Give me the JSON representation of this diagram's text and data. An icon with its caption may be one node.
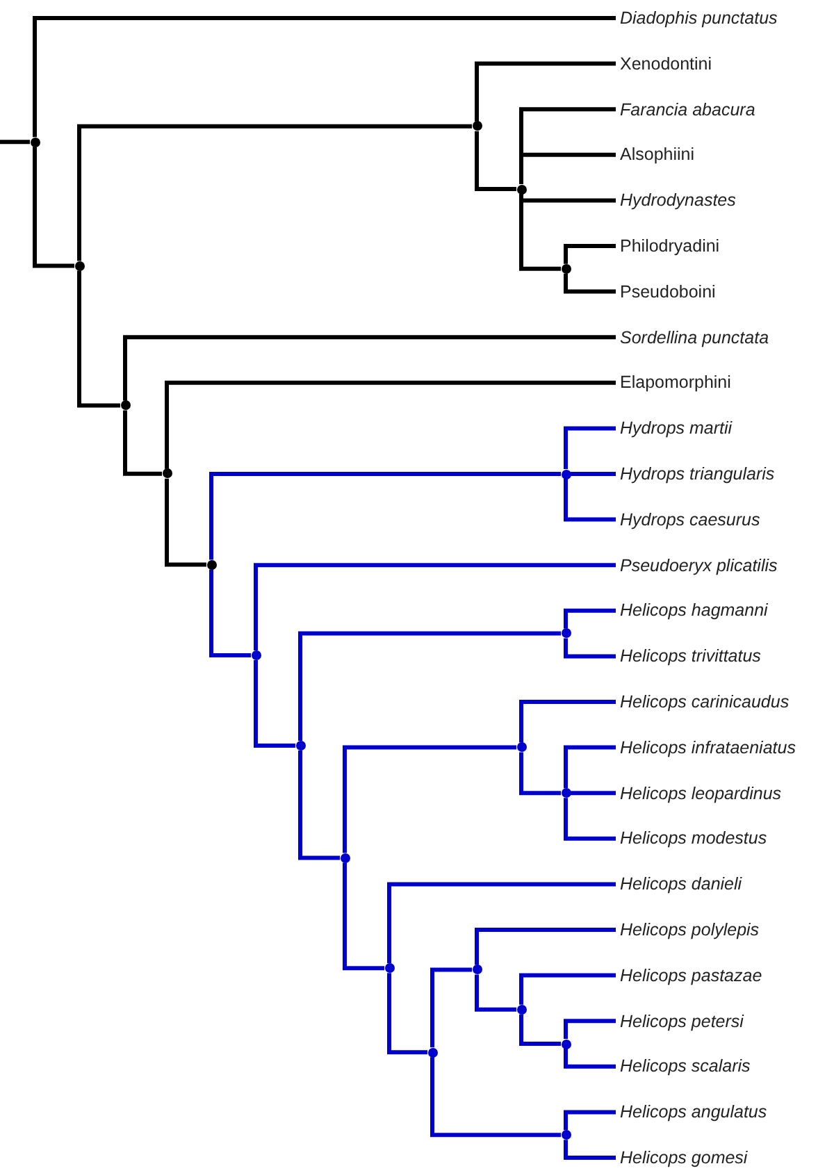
{
  "diagram": {
    "nodes": [
      {
        "text": [],
        "shape": "point"
      },
      {
        "text": [
          "Diadophis punctatus"
        ]
      },
      {
        "text": [],
        "shape": "point"
      },
      {
        "text": [],
        "shape": "point"
      },
      {
        "text": [
          "Xenodontini"
        ]
      },
      {
        "text": [],
        "shape": "point"
      },
      {
        "text": [
          "Farancia abacura"
        ]
      },
      {
        "text": [
          "Alsophiini"
        ]
      },
      {
        "text": [
          "Hydrodynastes"
        ]
      },
      {
        "text": [],
        "shape": "point"
      },
      {
        "text": [
          "Philodryadini"
        ]
      },
      {
        "text": [
          "Pseudoboini"
        ]
      },
      {
        "text": [],
        "shape": "point"
      },
      {
        "text": [
          "Sordellina punctata"
        ]
      },
      {
        "text": [],
        "shape": "point"
      },
      {
        "text": [
          "Elapomorphini"
        ]
      },
      {
        "text": [],
        "shape": "point"
      },
      {
        "text": [],
        "shape": "point"
      },
      {
        "text": [
          "Hydrops martii"
        ]
      },
      {
        "text": [
          "Hydrops triangularis"
        ]
      },
      {
        "text": [
          "Hydrops caesurus"
        ]
      },
      {
        "text": [],
        "shape": "point"
      },
      {
        "text": [
          "Pseudoeryx plicatilis"
        ]
      },
      {
        "text": [],
        "shape": "point"
      },
      {
        "text": [],
        "shape": "point"
      },
      {
        "text": [
          "Helicops hagmanni"
        ]
      },
      {
        "text": [
          "Helicops trivittatus"
        ]
      },
      {
        "text": [],
        "shape": "point"
      },
      {
        "text": [],
        "shape": "point"
      },
      {
        "text": [
          "Helicops carinicaudus"
        ]
      },
      {
        "text": [],
        "shape": "point"
      },
      {
        "text": [
          "Helicops infrataeniatus"
        ]
      },
      {
        "text": [
          "Helicops leopardinus"
        ]
      },
      {
        "text": [
          "Helicops modestus"
        ]
      },
      {
        "text": [],
        "shape": "point"
      },
      {
        "text": [
          "Helicops danieli"
        ]
      },
      {
        "text": [],
        "shape": "point"
      },
      {
        "text": [],
        "shape": "point"
      },
      {
        "text": [
          "Helicops polylepis"
        ]
      },
      {
        "text": [],
        "shape": "point"
      },
      {
        "text": [
          "Helicops pastazae"
        ]
      },
      {
        "text": [],
        "shape": "point"
      },
      {
        "text": [
          "Helicops petersi"
        ]
      },
      {
        "text": [
          "Helicops scalaris"
        ]
      },
      {
        "text": [],
        "shape": "point"
      },
      {
        "text": [
          "Helicops angulatus"
        ]
      },
      {
        "text": [
          "Helicops gomesi"
        ]
      }
    ],
    "edges": [
      {
        "from": null,
        "to": 0,
        "arrow": "none",
        "color": "#000000"
      },
      {
        "from": 0,
        "to": 1,
        "arrow": "none",
        "color": "#000000"
      },
      {
        "from": 0,
        "to": 2,
        "arrow": "none",
        "color": "#000000"
      },
      {
        "from": 2,
        "to": 3,
        "arrow": "none",
        "color": "#000000"
      },
      {
        "from": 3,
        "to": 4,
        "arrow": "none",
        "color": "#000000"
      },
      {
        "from": 3,
        "to": 5,
        "arrow": "none",
        "color": "#000000"
      },
      {
        "from": 5,
        "to": 6,
        "arrow": "none",
        "color": "#000000"
      },
      {
        "from": 5,
        "to": 7,
        "arrow": "none",
        "color": "#000000"
      },
      {
        "from": 5,
        "to": 8,
        "arrow": "none",
        "color": "#000000"
      },
      {
        "from": 5,
        "to": 9,
        "arrow": "none",
        "color": "#000000"
      },
      {
        "from": 9,
        "to": 10,
        "arrow": "none",
        "color": "#000000"
      },
      {
        "from": 9,
        "to": 11,
        "arrow": "none",
        "color": "#000000"
      },
      {
        "from": 2,
        "to": 12,
        "arrow": "none",
        "color": "#000000"
      },
      {
        "from": 12,
        "to": 13,
        "arrow": "none",
        "color": "#000000"
      },
      {
        "from": 12,
        "to": 14,
        "arrow": "none",
        "color": "#000000"
      },
      {
        "from": 14,
        "to": 15,
        "arrow": "none",
        "color": "#000000"
      },
      {
        "from": 14,
        "to": 16,
        "arrow": "none",
        "color": "#000000"
      },
      {
        "from": 16,
        "to": 17,
        "arrow": "none"
      },
      {
        "from": 17,
        "to": 18,
        "arrow": "none"
      },
      {
        "from": 17,
        "to": 19,
        "arrow": "none"
      },
      {
        "from": 17,
        "to": 20,
        "arrow": "none"
      },
      {
        "from": 16,
        "to": 21,
        "arrow": "none"
      },
      {
        "from": 21,
        "to": 22,
        "arrow": "none"
      },
      {
        "from": 21,
        "to": 23,
        "arrow": "none"
      },
      {
        "from": 23,
        "to": 24,
        "arrow": "none"
      },
      {
        "from": 24,
        "to": 25,
        "arrow": "none"
      },
      {
        "from": 24,
        "to": 26,
        "arrow": "none"
      },
      {
        "from": 23,
        "to": 27,
        "arrow": "none"
      },
      {
        "from": 27,
        "to": 28,
        "arrow": "none"
      },
      {
        "from": 28,
        "to": 29,
        "arrow": "none"
      },
      {
        "from": 28,
        "to": 30,
        "arrow": "none"
      },
      {
        "from": 30,
        "to": 31,
        "arrow": "none"
      },
      {
        "from": 30,
        "to": 32,
        "arrow": "none"
      },
      {
        "from": 30,
        "to": 33,
        "arrow": "none"
      },
      {
        "from": 27,
        "to": 34,
        "arrow": "none"
      },
      {
        "from": 34,
        "to": 35,
        "arrow": "none"
      },
      {
        "from": 34,
        "to": 36,
        "arrow": "none"
      },
      {
        "from": 36,
        "to": 37,
        "arrow": "none"
      },
      {
        "from": 37,
        "to": 38,
        "arrow": "none"
      },
      {
        "from": 37,
        "to": 39,
        "arrow": "none"
      },
      {
        "from": 39,
        "to": 40,
        "arrow": "none"
      },
      {
        "from": 39,
        "to": 41,
        "arrow": "none"
      },
      {
        "from": 41,
        "to": 42,
        "arrow": "none"
      },
      {
        "from": 41,
        "to": 43,
        "arrow": "none"
      },
      {
        "from": 36,
        "to": 44,
        "arrow": "none"
      },
      {
        "from": 44,
        "to": 45,
        "arrow": "none"
      },
      {
        "from": 44,
        "to": 46,
        "arrow": "none"
      }
    ]
  }
}
